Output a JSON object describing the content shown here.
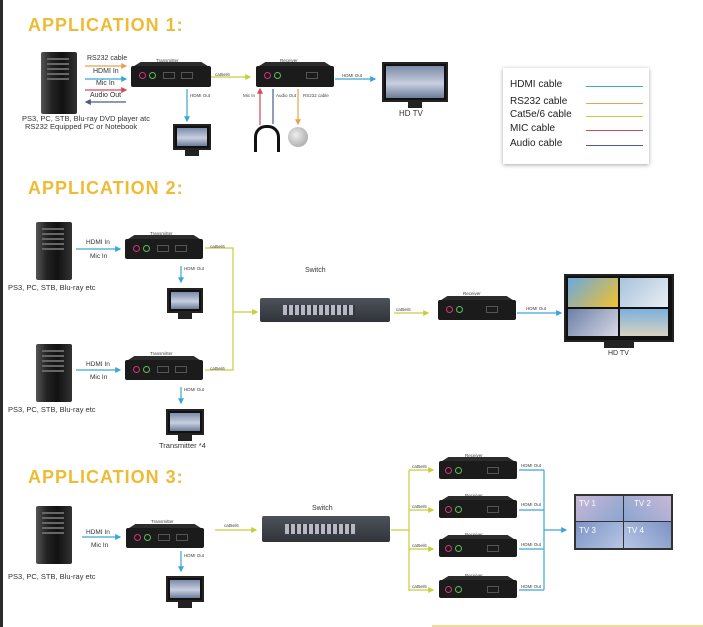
{
  "legend": {
    "items": [
      {
        "label": "HDMI cable",
        "color": "#3aa6d6"
      },
      {
        "label": "RS232 cable",
        "color": "#e9a24b"
      },
      {
        "label": "Cat5e/6 cable",
        "color": "#c5cf3a"
      },
      {
        "label": "MIC cable",
        "color": "#d24a5a"
      },
      {
        "label": "Audio cable",
        "color": "#4a5a8c"
      }
    ]
  },
  "colors": {
    "title": "#efbb35",
    "hdmi": "#3aa6d6",
    "rs232": "#e9a24b",
    "cat": "#c5cf3a",
    "mic": "#d24a5a",
    "audio": "#4a5a8c"
  },
  "app1": {
    "title": "APPLICATION 1:",
    "source_caption_line1": "PS3, PC, STB, Blu-ray  DVD  player  atc",
    "source_caption_line2": "RS232 Equipped PC or Notebook",
    "inputs": [
      "RS232 cable",
      "HDMI In",
      "Mic In",
      "Audio Out"
    ],
    "transmitter_label": "Transmitter",
    "receiver_label": "Receiver",
    "cat_label": "cat5e/6",
    "tx_hdmi_out": "HDMI Out",
    "rx_mic_in": "Mic In",
    "rx_audio_out": "Audio Out",
    "rx_rs232": "RS232 cable",
    "rx_hdmi_out": "HDMI Out",
    "tv_label": "HD TV"
  },
  "app2": {
    "title": "APPLICATION 2:",
    "source_caption": "PS3, PC, STB, Blu-ray  etc",
    "hdmi_in": "HDMI In",
    "mic_in": "Mic In",
    "transmitter_label": "Transmitter",
    "cat_label": "cat5e/6",
    "hdmi_out": "HDMI Out",
    "switch_label": "Switch",
    "receiver_label": "Receiver",
    "receiver_hdmi_out": "HDMI Out",
    "tv_label": "HD TV",
    "monitor_caption": "Transmitter *4"
  },
  "app3": {
    "title": "APPLICATION 3:",
    "source_caption": "PS3, PC, STB, Blu-ray  etc",
    "hdmi_in": "HDMI In",
    "mic_in": "Mic In",
    "transmitter_label": "Transmitter",
    "cat_label": "cat5e/6",
    "hdmi_out": "HDMI Out",
    "switch_label": "Switch",
    "receivers": [
      {
        "label": "Receiver",
        "cat": "cat5e/6",
        "hdmi": "HDMI Out"
      },
      {
        "label": "Receiver",
        "cat": "cat5e/6",
        "hdmi": "HDMI Out"
      },
      {
        "label": "Receiver",
        "cat": "cat5e/6",
        "hdmi": "HDMI Out"
      },
      {
        "label": "Receiver",
        "cat": "cat5e/6",
        "hdmi": "HDMI Out"
      }
    ],
    "videowall_tiles": [
      "TV 1",
      "TV 2",
      "TV 3",
      "TV 4"
    ]
  }
}
